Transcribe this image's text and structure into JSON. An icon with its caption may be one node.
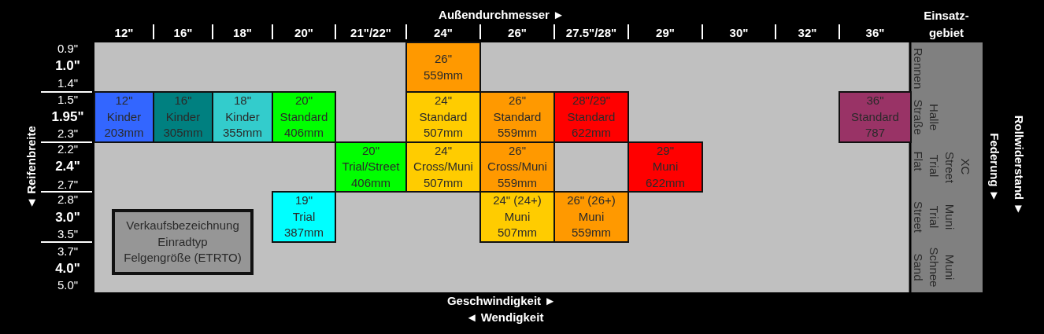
{
  "diagram": {
    "nodes": [
      {
        "text": [
          "26\"",
          "559mm"
        ]
      },
      {
        "text": [
          "12\"",
          "Kinder",
          "203mm"
        ]
      },
      {
        "text": [
          "16\"",
          "Kinder",
          "305mm"
        ]
      },
      {
        "text": [
          "18\"",
          "Kinder",
          "355mm"
        ]
      },
      {
        "text": [
          "20\"",
          "Standard",
          "406mm"
        ]
      },
      {
        "text": [
          "24\"",
          "Standard",
          "507mm"
        ]
      },
      {
        "text": [
          "26\"",
          "Standard",
          "559mm"
        ]
      },
      {
        "text": [
          "28\"/29\"",
          "Standard",
          "622mm"
        ]
      },
      {
        "text": [
          "36\"",
          "Standard",
          "787"
        ]
      },
      {
        "text": [
          "20\"",
          "Trial/Street",
          "406mm"
        ]
      },
      {
        "text": [
          "24\"",
          "Cross/Muni",
          "507mm"
        ]
      },
      {
        "text": [
          "26\"",
          "Cross/Muni",
          "559mm"
        ]
      },
      {
        "text": [
          "29\"",
          "Muni",
          "622mm"
        ]
      },
      {
        "text": [
          "19\"",
          "Trial",
          "387mm"
        ]
      },
      {
        "text": [
          "Verkaufsbezeichnung",
          "Einradtyp",
          "Felgengröße (ETRTO)"
        ]
      },
      {
        "text": [
          "24\" (24+)",
          "Muni",
          "507mm"
        ]
      },
      {
        "text": [
          "26\" (26+)",
          "Muni",
          "559mm"
        ]
      }
    ],
    "labels": [
      "Außendurchmesser ►",
      "12\"",
      "16\"",
      "18\"",
      "20\"",
      "21\"/22\"",
      "24\"",
      "26\"",
      "27.5\"/28\"",
      "29\"",
      "30\"",
      "32\"",
      "36\"",
      "Einsatz- gebiet",
      "◄ Reifenbreite",
      "0.9\"",
      "1.0\"",
      "1.4\"",
      "1.5\"",
      "1.95\"",
      "2.3\"",
      "2.2\"",
      "2.4\"",
      "2.7\"",
      "2.8\"",
      "3.0\"",
      "3.5\"",
      "3.7\"",
      "4.0\"",
      "5.0\"",
      "Rennen",
      "Straße",
      "Halle",
      "Flat",
      "Trial",
      "Street",
      "XC",
      "Street",
      "Trial",
      "Muni",
      "Sand",
      "Schnee",
      "Muni",
      "Federung ►",
      "Rollwiderstand ►",
      "Geschwindigkeit ►",
      "◄ Wendigkeit"
    ]
  }
}
